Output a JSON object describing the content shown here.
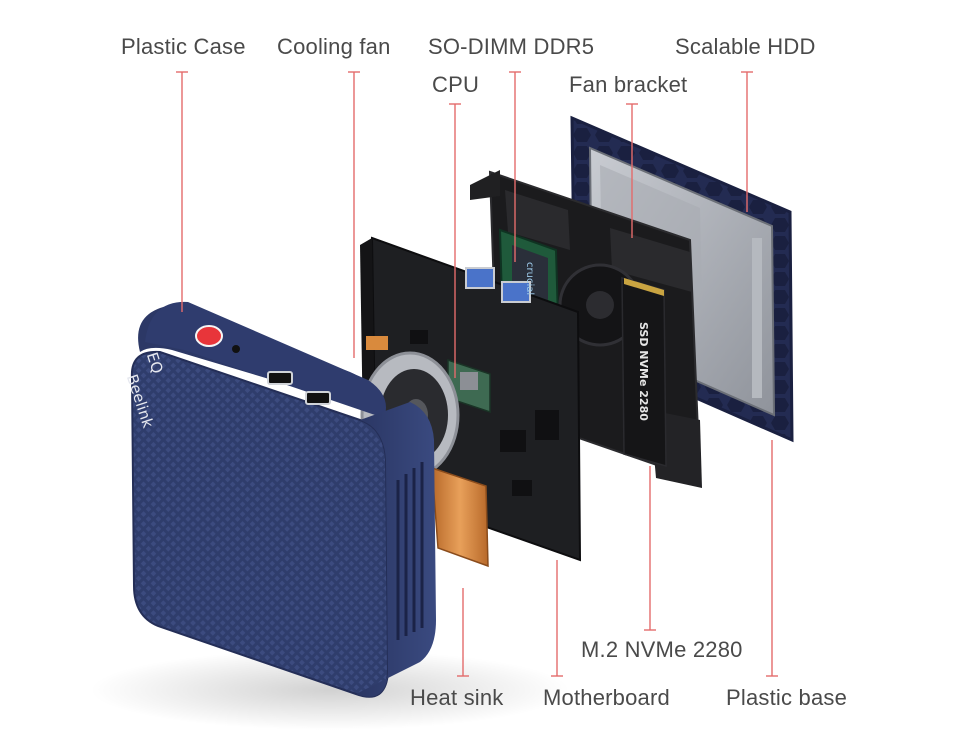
{
  "diagram": {
    "labels": {
      "plastic_case": "Plastic Case",
      "cooling_fan": "Cooling fan",
      "so_dimm": "SO-DIMM DDR5",
      "scalable_hdd": "Scalable HDD",
      "cpu": "CPU",
      "fan_bracket": "Fan bracket",
      "m2_nvme": "M.2 NVMe 2280",
      "heat_sink": "Heat sink",
      "motherboard": "Motherboard",
      "plastic_base": "Plastic base"
    },
    "brand": "Beelink",
    "model": "EQ",
    "ssd_print": "SSD NVMe 2280",
    "ram_brand": "crucial",
    "colors": {
      "leader_line": "#e36b6b",
      "case_blue": "#2e3c6b",
      "label_text": "#4a4a4a",
      "power_button": "#e8353a",
      "heatsink_copper": "#d98a3d"
    }
  }
}
